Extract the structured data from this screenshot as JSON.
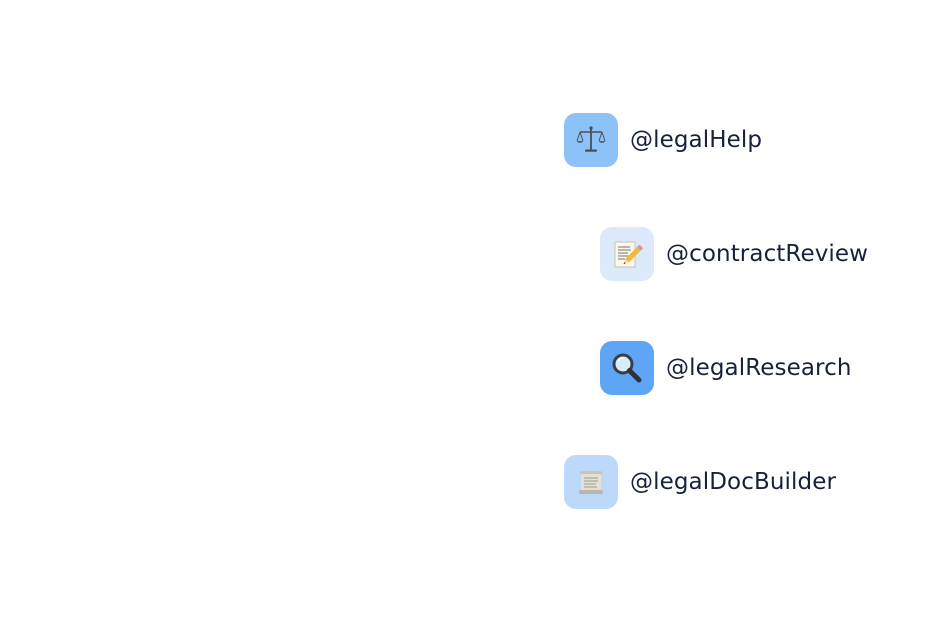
{
  "agents": [
    {
      "handle": "@legalHelp",
      "icon": "scales-icon",
      "icon_bg": "#8cc2f7"
    },
    {
      "handle": "@contractReview",
      "icon": "memo-pencil-icon",
      "icon_bg": "#dce9fb"
    },
    {
      "handle": "@legalResearch",
      "icon": "magnifier-icon",
      "icon_bg": "#5ea6f5"
    },
    {
      "handle": "@legalDocBuilder",
      "icon": "scroll-icon",
      "icon_bg": "#bcd9fa"
    }
  ],
  "colors": {
    "text": "#16213a",
    "background": "#ffffff"
  }
}
